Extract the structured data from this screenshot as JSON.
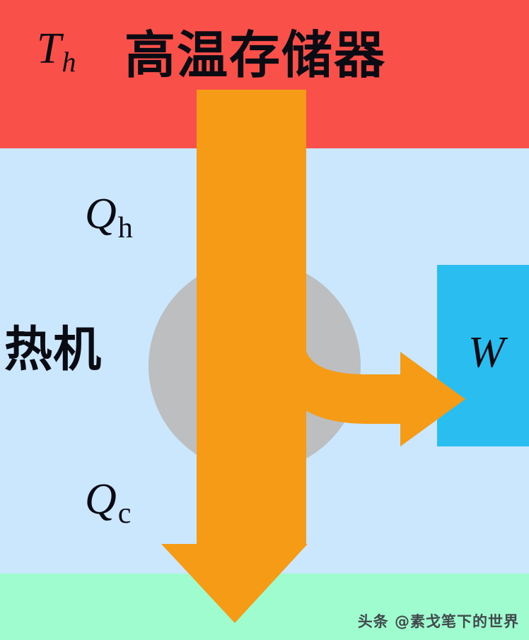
{
  "diagram": {
    "title_text": "高温存储器",
    "type": "heat-engine-schematic",
    "bands": {
      "hot": {
        "fill": "#f9504a",
        "label_symbol": "T",
        "label_subscript": "h",
        "label_text": "高温存储器"
      },
      "ambient": {
        "fill": "#cae7fd"
      },
      "cold": {
        "fill": "#9ffcce"
      }
    },
    "engine": {
      "label": "热机",
      "circle_fill": "#bcbec0"
    },
    "flows": {
      "heat_in": {
        "symbol": "Q",
        "subscript": "h",
        "color": "#f59b15"
      },
      "heat_out": {
        "symbol": "Q",
        "subscript": "c",
        "color": "#f59b15"
      },
      "work_out": {
        "symbol": "W",
        "color": "#f59b15"
      }
    },
    "work_box": {
      "fill": "#29bdf0",
      "label": "W"
    },
    "watermark": "头条 @素戈笔下的世界"
  },
  "chart_data": {
    "type": "diagram",
    "title": "高温存储器",
    "nodes": [
      {
        "name": "hot-reservoir",
        "label": "高温存储器",
        "symbol": "T_h",
        "color": "#f9504a"
      },
      {
        "name": "heat-engine",
        "label": "热机",
        "color": "#bcbec0"
      },
      {
        "name": "cold-reservoir",
        "label": "",
        "color": "#9ffcce"
      },
      {
        "name": "work-output",
        "label": "W",
        "color": "#29bdf0"
      }
    ],
    "edges": [
      {
        "from": "hot-reservoir",
        "to": "heat-engine",
        "label": "Q_h",
        "color": "#f59b15"
      },
      {
        "from": "heat-engine",
        "to": "cold-reservoir",
        "label": "Q_c",
        "color": "#f59b15"
      },
      {
        "from": "heat-engine",
        "to": "work-output",
        "label": "W",
        "color": "#f59b15"
      }
    ]
  }
}
